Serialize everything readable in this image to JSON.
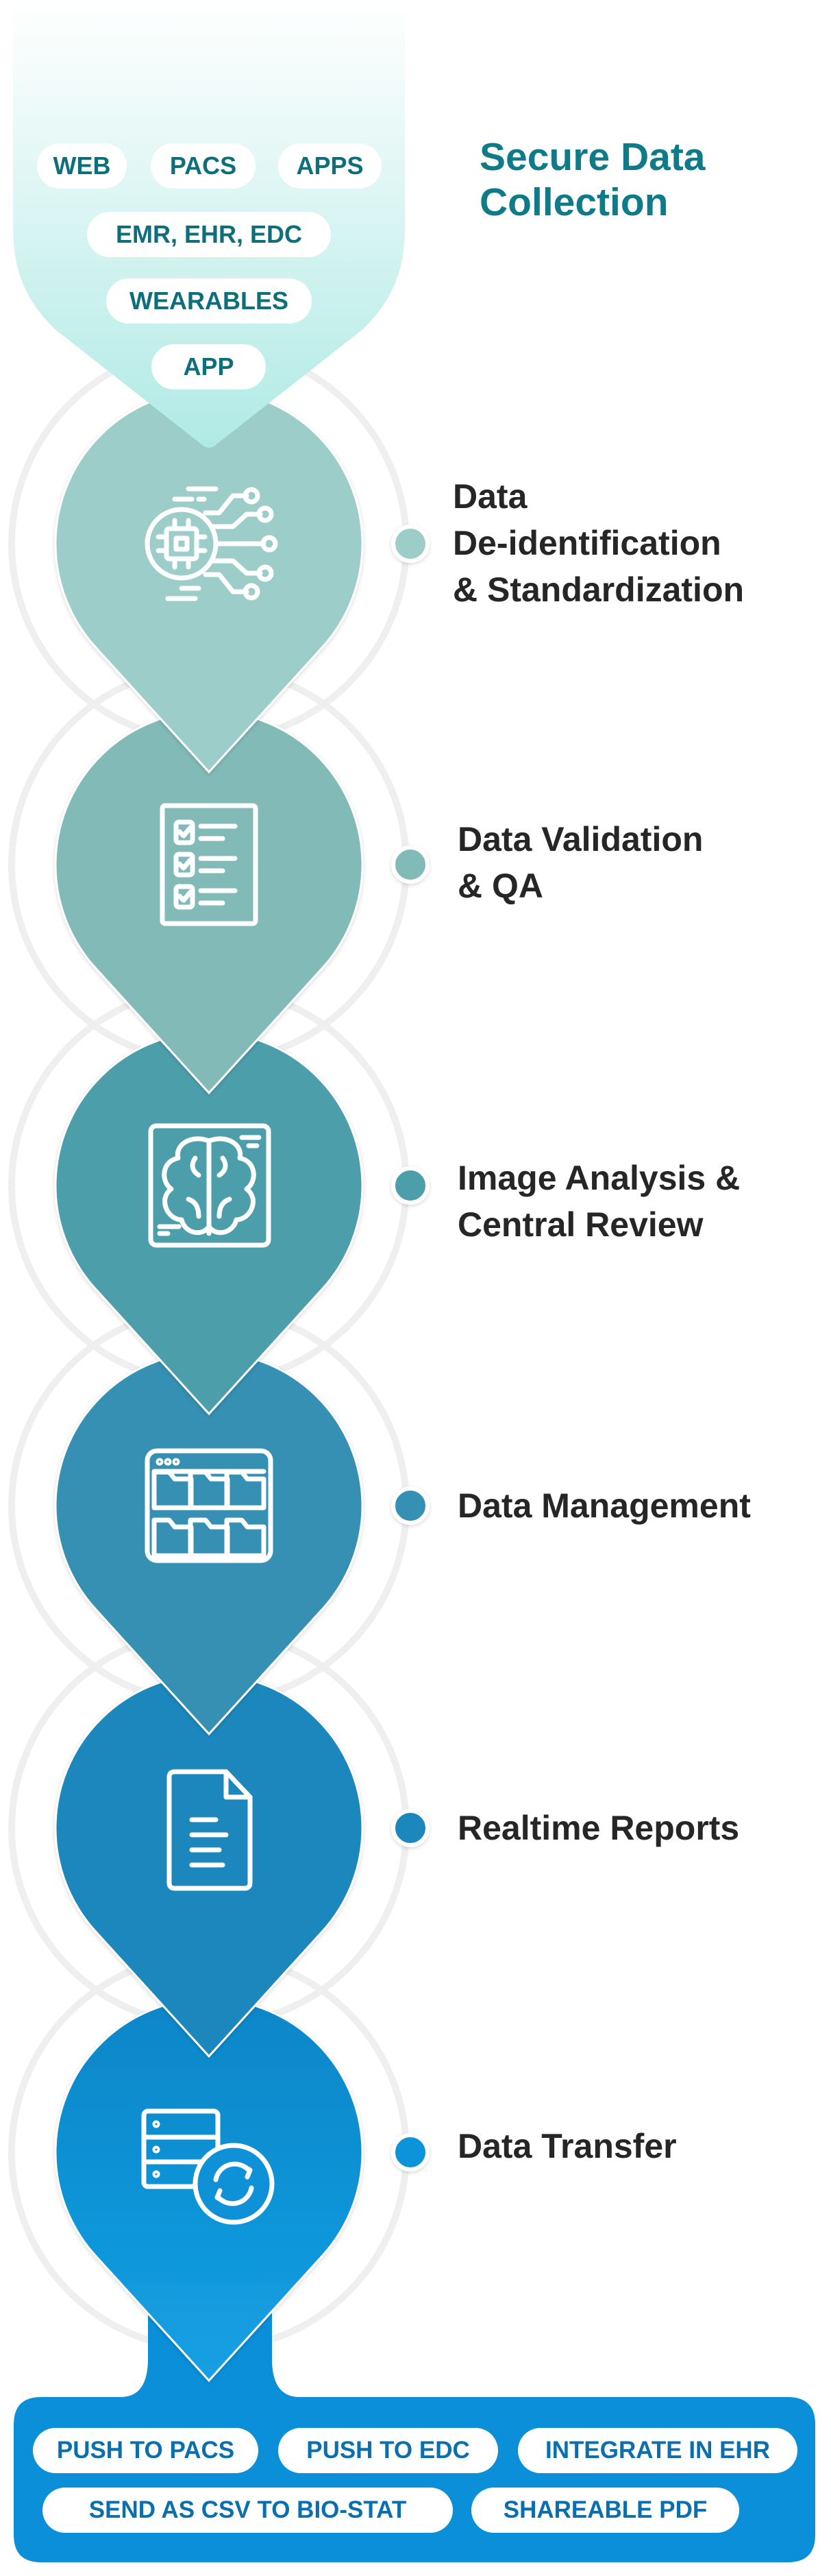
{
  "source": {
    "title_line1": "Secure Data",
    "title_line2": "Collection",
    "pills": [
      "WEB",
      "PACS",
      "APPS",
      "EMR, EHR, EDC",
      "WEARABLES",
      "APP"
    ]
  },
  "steps": [
    {
      "line1": "Data",
      "line2": "De-identification",
      "line3": "& Standardization",
      "icon": "ai-chip-icon",
      "color": "#9dcdc8"
    },
    {
      "line1": "Data Validation",
      "line2": "& QA",
      "icon": "checklist-icon",
      "color": "#82bab8"
    },
    {
      "line1": "Image Analysis &",
      "line2": "Central Review",
      "icon": "brain-scan-icon",
      "color": "#4e9eab"
    },
    {
      "line1": "Data Management",
      "icon": "folder-grid-icon",
      "color": "#3690b4"
    },
    {
      "line1": "Realtime Reports",
      "icon": "document-icon",
      "color": "#1f87bd"
    },
    {
      "line1": "Data Transfer",
      "icon": "server-sync-icon",
      "color": "#0e93d9"
    }
  ],
  "outputs": [
    "PUSH TO PACS",
    "PUSH TO EDC",
    "INTEGRATE IN EHR",
    "SEND AS CSV TO BIO-STAT",
    "SHAREABLE PDF"
  ],
  "colors": {
    "funnel": "#b3ebe6",
    "output_box": "#0a8fd8",
    "title": "#0f7b88"
  }
}
